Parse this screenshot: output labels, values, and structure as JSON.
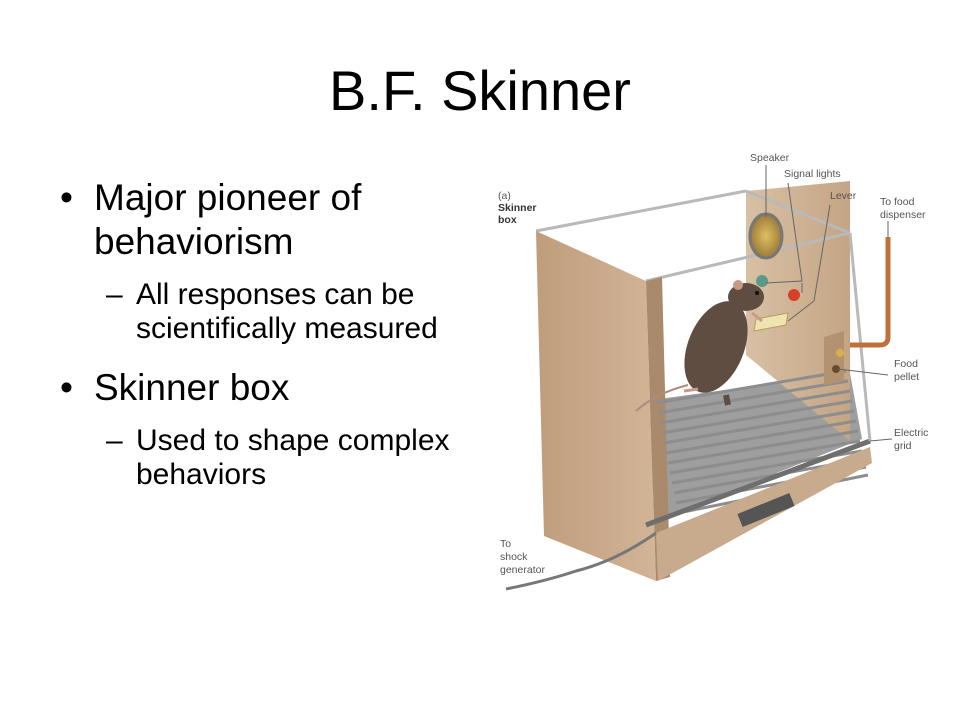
{
  "slide": {
    "title": "B.F. Skinner",
    "bullets": [
      {
        "text": "Major pioneer of behaviorism",
        "sub": [
          "All responses can be scientifically measured"
        ]
      },
      {
        "text": "Skinner box",
        "sub": [
          "Used to shape complex behaviors"
        ]
      }
    ]
  },
  "figure": {
    "panel_label": "(a)",
    "panel_title": [
      "Skinner",
      "box"
    ],
    "labels": {
      "speaker": "Speaker",
      "signal_lights": "Signal lights",
      "lever": "Lever",
      "to_food_dispenser": [
        "To food",
        "dispenser"
      ],
      "food_pellet": [
        "Food",
        "pellet"
      ],
      "electric_grid": [
        "Electric",
        "grid"
      ],
      "to_shock_generator": [
        "To",
        "shock",
        "generator"
      ]
    },
    "colors": {
      "box_wall": "#c9ab8c",
      "box_wall_dark": "#a98a6b",
      "grid_bar": "#8d8d8d",
      "signal_light_green": "#5a9a8a",
      "signal_light_red": "#d6402a",
      "tube": "#c0703a",
      "rat": "#5e4d40"
    }
  }
}
